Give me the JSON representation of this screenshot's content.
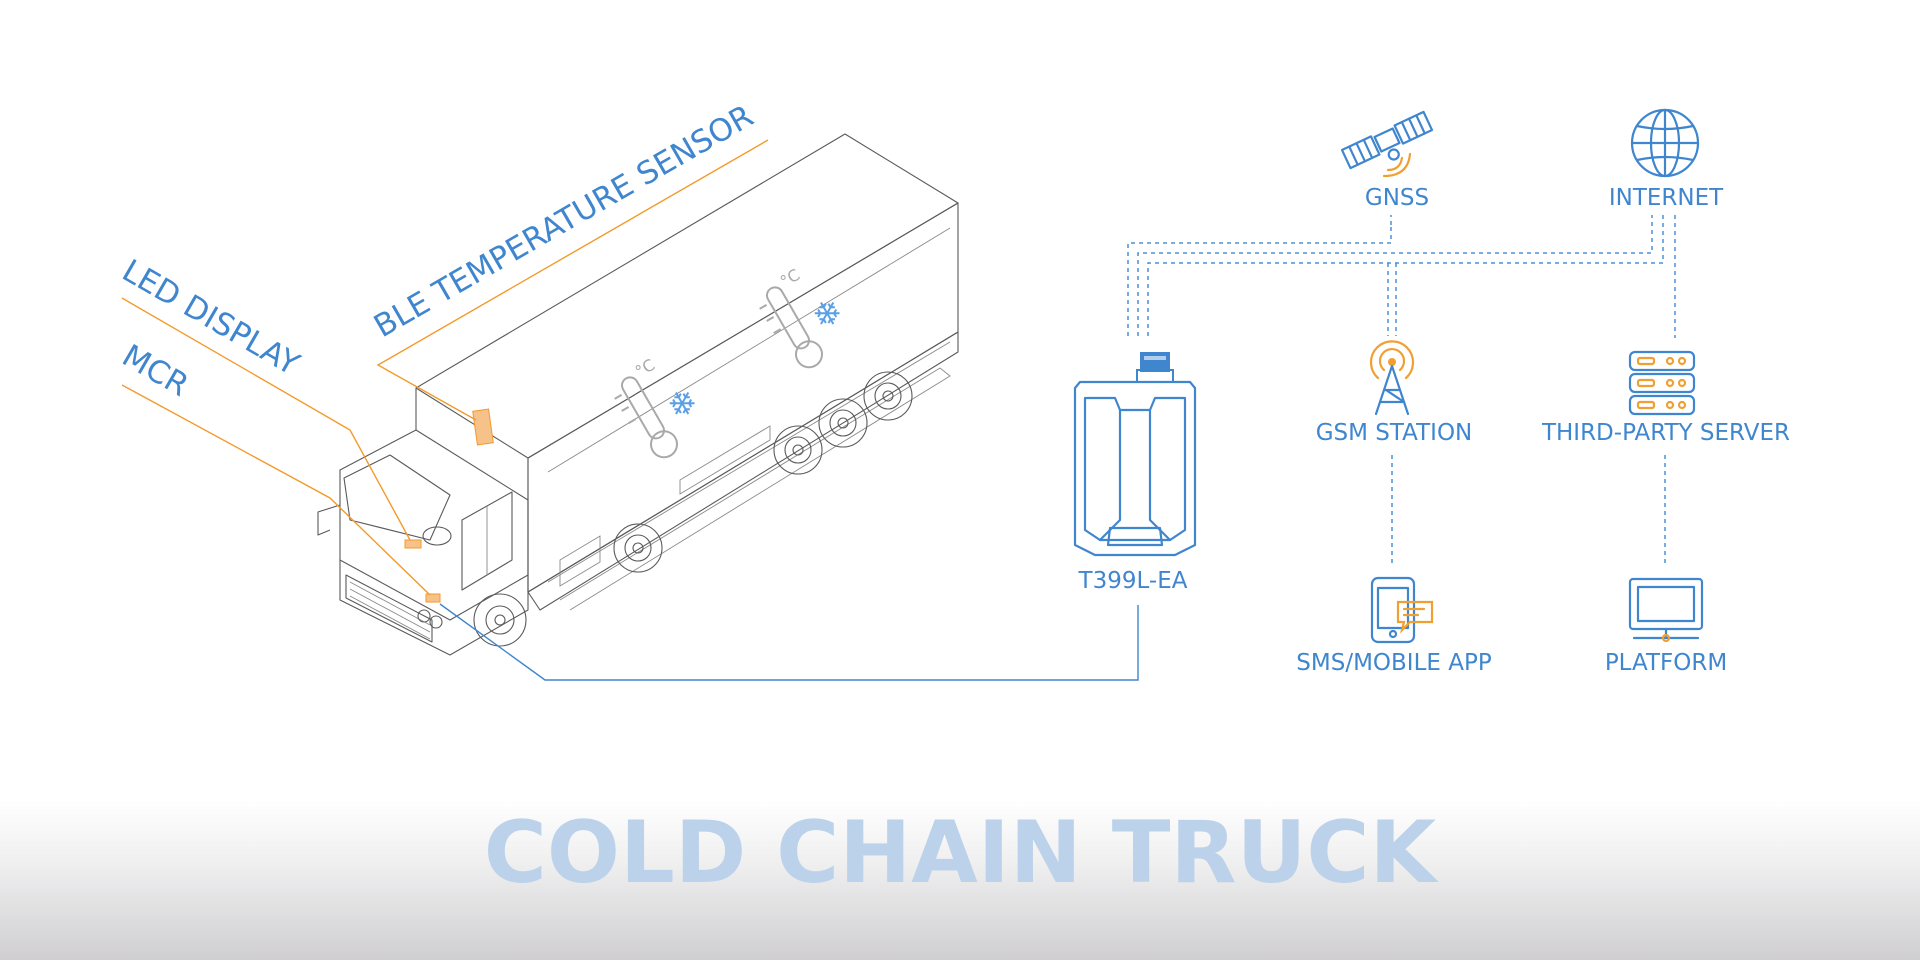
{
  "title": "COLD CHAIN TRUCK",
  "annotations": {
    "ble": "BLE TEMPERATURE SENSOR",
    "led": "LED DISPLAY",
    "mcr": "MCR"
  },
  "nodes": {
    "device": "T399L-EA",
    "gnss": "GNSS",
    "internet": "INTERNET",
    "gsm": "GSM STATION",
    "server": "THIRD-PARTY SERVER",
    "sms": "SMS/MOBILE APP",
    "platform": "PLATFORM"
  },
  "icons": [
    "satellite-icon",
    "globe-icon",
    "gsm-tower-icon",
    "server-icon",
    "mobile-phone-icon",
    "monitor-icon",
    "tracker-device-icon",
    "thermometer-snowflake-icon"
  ],
  "colors": {
    "accent_blue": "#3f86cf",
    "lead_orange": "#f39a2b",
    "title_blue": "#bcd2ea"
  }
}
